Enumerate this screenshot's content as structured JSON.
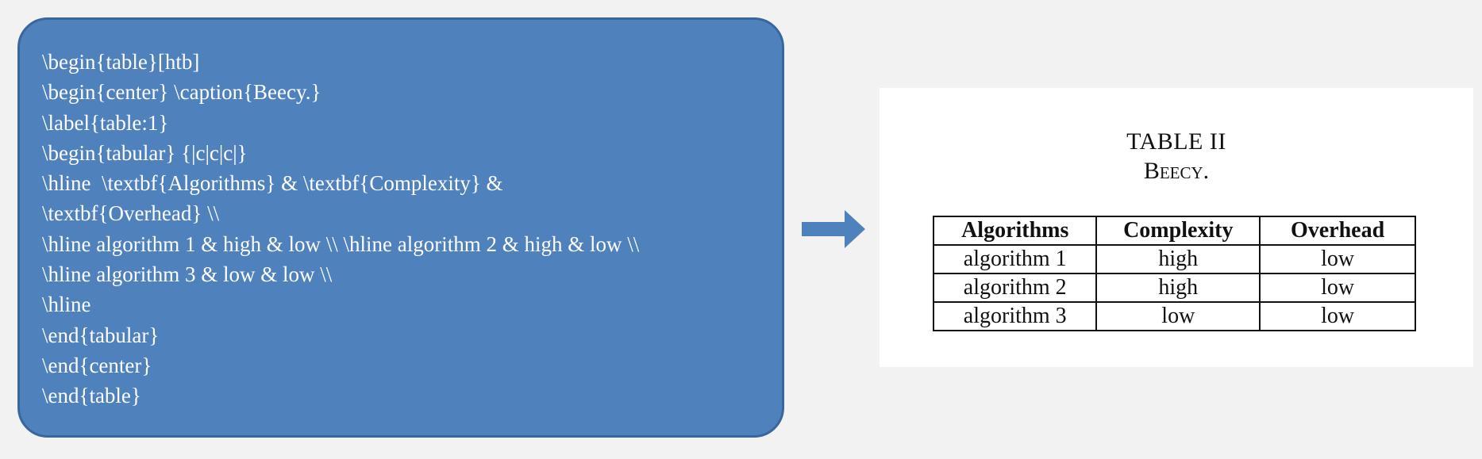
{
  "code_panel": {
    "lines": [
      "\\begin{table}[htb]",
      "\\begin{center} \\caption{Beecy.}",
      "\\label{table:1}",
      "\\begin{tabular} {|c|c|c|}",
      "\\hline  \\textbf{Algorithms} & \\textbf{Complexity} &",
      "\\textbf{Overhead} \\\\",
      "\\hline algorithm 1 & high & low \\\\ \\hline algorithm 2 & high & low \\\\",
      "\\hline algorithm 3 & low & low \\\\",
      "\\hline",
      "\\end{tabular}",
      "\\end{center}",
      "\\end{table}"
    ]
  },
  "arrow": {
    "icon": "right-arrow-icon",
    "color": "#4f81bd"
  },
  "output": {
    "table_number": "TABLE II",
    "caption": "Beecy.",
    "headers": [
      "Algorithms",
      "Complexity",
      "Overhead"
    ],
    "rows": [
      [
        "algorithm 1",
        "high",
        "low"
      ],
      [
        "algorithm 2",
        "high",
        "low"
      ],
      [
        "algorithm 3",
        "low",
        "low"
      ]
    ]
  },
  "colors": {
    "background": "#f2f2f2",
    "code_panel_fill": "#4f81bd",
    "code_panel_border": "#3a679b",
    "code_text": "#ffffff",
    "output_panel": "#ffffff",
    "table_text": "#111111"
  }
}
